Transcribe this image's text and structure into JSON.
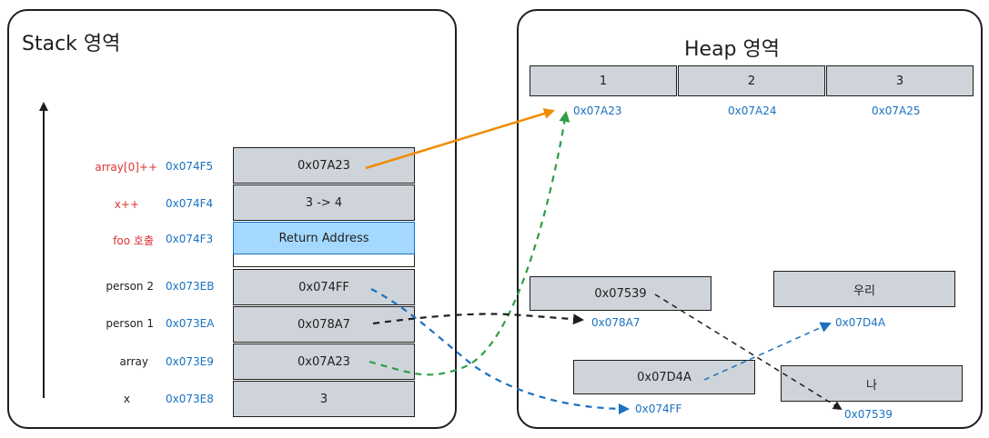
{
  "stack": {
    "title": "Stack 영역",
    "cells": [
      {
        "value": "0x07A23",
        "address": "0x074F5",
        "label": "array[0]++",
        "label_color": "red"
      },
      {
        "value": "3 -> 4",
        "address": "0x074F4",
        "label": "x++",
        "label_color": "red"
      },
      {
        "value": "Return Address",
        "address": "0x074F3",
        "label": "foo 호출",
        "label_color": "red"
      },
      {
        "value": "0x074FF",
        "address": "0x073EB",
        "label": "person 2",
        "label_color": "dark"
      },
      {
        "value": "0x078A7",
        "address": "0x073EA",
        "label": "person 1",
        "label_color": "dark"
      },
      {
        "value": "0x07A23",
        "address": "0x073E9",
        "label": "array",
        "label_color": "dark"
      },
      {
        "value": "3",
        "address": "0x073E8",
        "label": "x",
        "label_color": "dark"
      }
    ]
  },
  "heap": {
    "title": "Heap 영역",
    "array": [
      {
        "value": "1",
        "address": "0x07A23"
      },
      {
        "value": "2",
        "address": "0x07A24"
      },
      {
        "value": "3",
        "address": "0x07A25"
      }
    ],
    "objects": [
      {
        "value": "0x07539",
        "address": "0x078A7"
      },
      {
        "value": "우리",
        "address": "0x07D4A"
      },
      {
        "value": "0x07D4A",
        "address": "0x074FF"
      },
      {
        "value": "나",
        "address": "0x07539"
      }
    ]
  },
  "colors": {
    "orange": "#f08c00",
    "green": "#2f9e44",
    "blue": "#1971c2",
    "black": "#1e1e1e",
    "red": "#e03131"
  }
}
